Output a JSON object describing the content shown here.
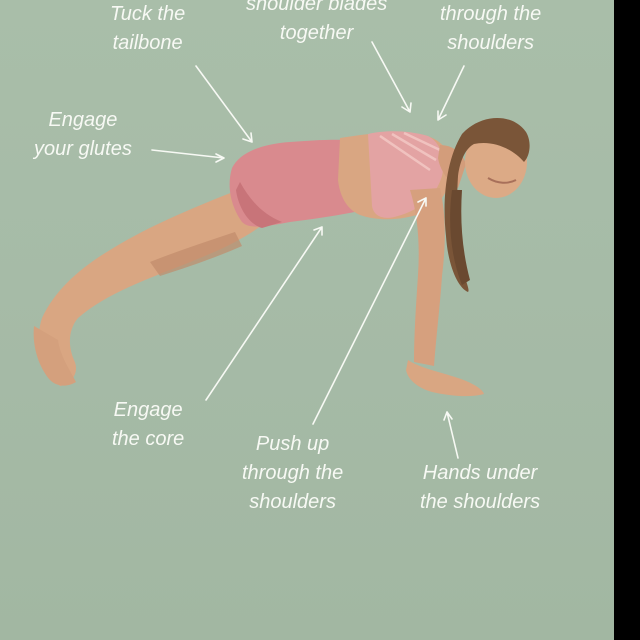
{
  "cues": {
    "tuck_tailbone": [
      "Tuck the",
      "tailbone"
    ],
    "shoulder_blades": [
      "shoulder blades",
      "together"
    ],
    "through_shoulders_top": [
      "through the",
      "shoulders"
    ],
    "engage_glutes": [
      "Engage",
      "your glutes"
    ],
    "engage_core": [
      "Engage",
      "the core"
    ],
    "push_up": [
      "Push up",
      "through the",
      "shoulders"
    ],
    "hands_under": [
      "Hands under",
      "the shoulders"
    ]
  },
  "colors": {
    "background": "#a7bca7",
    "text": "#f7f9f4",
    "skin": "#d9a682",
    "outfit": "#d98a8e",
    "hair": "#7a5538"
  }
}
